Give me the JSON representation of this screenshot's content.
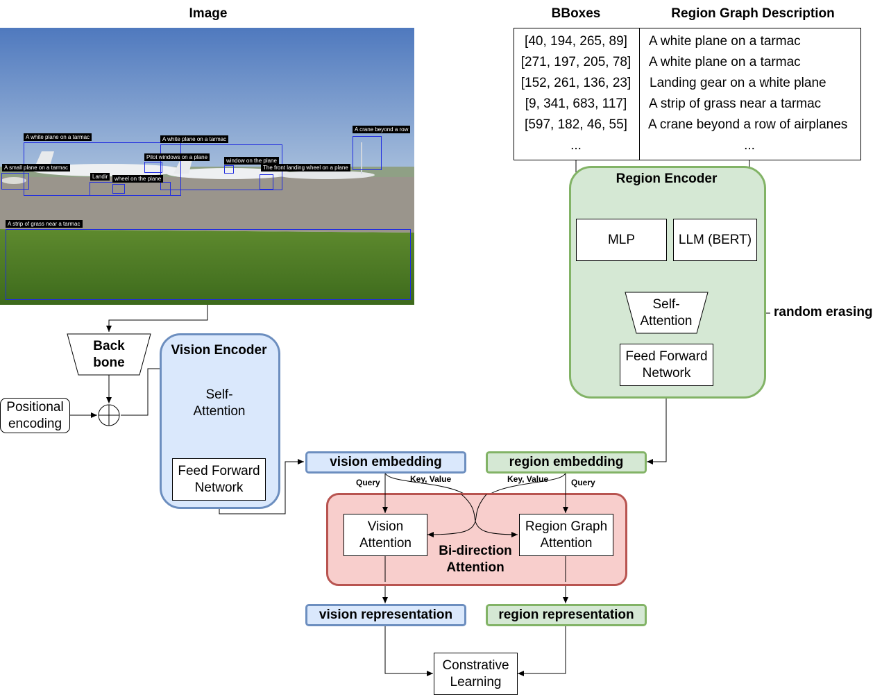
{
  "image_panel": {
    "title": "Image",
    "boxes": [
      {
        "label": "A white plane on a tarmac"
      },
      {
        "label": "A white plane on a tarmac"
      },
      {
        "label": "A crane beyond a row"
      },
      {
        "label": "A small plane on a tarmac"
      },
      {
        "label": "Pilot windows on a plane"
      },
      {
        "label": "window on the plane"
      },
      {
        "label": "The front landing wheel on a plane"
      },
      {
        "label": "Landir"
      },
      {
        "label": "wheel on the plane"
      },
      {
        "label": "A strip of grass near a tarmac"
      }
    ]
  },
  "table": {
    "bboxes_header": "BBoxes",
    "desc_header": "Region Graph Description",
    "rows": [
      {
        "bbox": "[40, 194, 265, 89]",
        "desc": "A white plane on a tarmac"
      },
      {
        "bbox": "[271, 197, 205, 78]",
        "desc": "A white plane on a tarmac"
      },
      {
        "bbox": "[152, 261, 136, 23]",
        "desc": "Landing gear on a white plane"
      },
      {
        "bbox": "[9, 341, 683, 117]",
        "desc": "A strip of grass near a tarmac"
      },
      {
        "bbox": "[597, 182, 46, 55]",
        "desc": "A crane beyond a row of airplanes"
      },
      {
        "bbox": "...",
        "desc": "..."
      }
    ]
  },
  "region_encoder": {
    "title": "Region Encoder",
    "mlp": "MLP",
    "llm": "LLM (BERT)",
    "self_attention_1": "Self-",
    "self_attention_2": "Attention",
    "ffn_1": "Feed Forward",
    "ffn_2": "Network",
    "random_erasing": "random erasing"
  },
  "vision_encoder": {
    "title": "Vision Encoder",
    "backbone_1": "Back",
    "backbone_2": "bone",
    "positional_1": "Positional",
    "positional_2": "encoding",
    "self_attention_1": "Self-",
    "self_attention_2": "Attention",
    "ffn_1": "Feed Forward",
    "ffn_2": "Network"
  },
  "embeddings": {
    "vision": "vision embedding",
    "region": "region embedding",
    "query": "Query",
    "key_value": "Key, Value"
  },
  "bidirection": {
    "vision_attention_1": "Vision",
    "vision_attention_2": "Attention",
    "region_attention_1": "Region Graph",
    "region_attention_2": "Attention",
    "title_1": "Bi-direction",
    "title_2": "Attention"
  },
  "representations": {
    "vision": "vision representation",
    "region": "region representation"
  },
  "contrastive": {
    "line1": "Constrative",
    "line2": "Learning"
  },
  "colors": {
    "blue_fill": "#dae8fc",
    "blue_stroke": "#6c8ebf",
    "green_fill": "#d5e8d4",
    "green_stroke": "#82b366",
    "red_fill": "#f8cecc",
    "red_stroke": "#b85450",
    "bbox_stroke": "#1f2be0"
  }
}
